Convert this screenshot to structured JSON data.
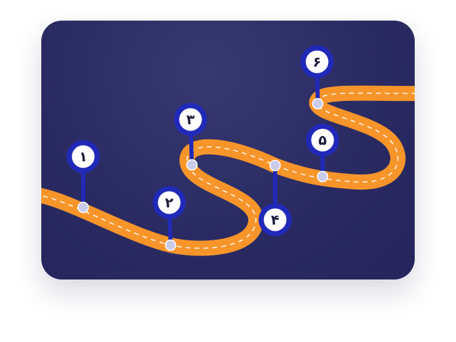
{
  "colors": {
    "road": "#f7952a",
    "pin": "#2129b9",
    "dot": "#c9cbe8",
    "background": "#2c2c64"
  },
  "milestones": [
    {
      "label": "۱"
    },
    {
      "label": "۲"
    },
    {
      "label": "۳"
    },
    {
      "label": "۴"
    },
    {
      "label": "۵"
    },
    {
      "label": "۶"
    }
  ]
}
